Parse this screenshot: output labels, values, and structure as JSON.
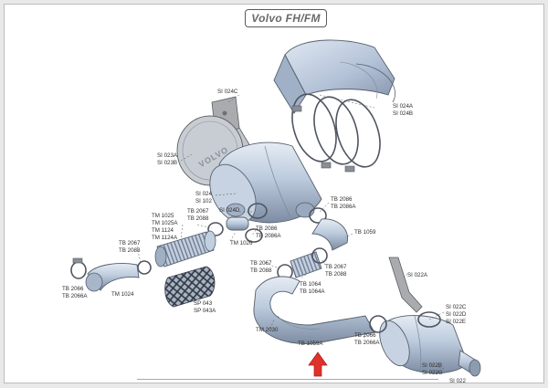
{
  "title": "Volvo FH/FM",
  "labels": {
    "si024c": "SI 024C",
    "si024a": "SI 024A",
    "si024b": "SI 024B",
    "si023a": "SI 023A",
    "si023b": "SI 023B",
    "si024": "SI 024",
    "si102": "SI 102",
    "si024d": "SI 024D",
    "tb2086_top": "TB 2086",
    "tb2086a_top": "TB 2086A",
    "tb1059": "TB 1059",
    "tb2067_a": "TB 2067",
    "tb2088_a": "TB 2088",
    "tm1025": "TM 1025",
    "tm1025a": "TM 1025A",
    "tm1124": "TM 1124",
    "tm1124a": "TM 1124A",
    "tb2086_mid": "TB 2086",
    "tb2086a_mid": "TB 2086A",
    "tm1026": "TM 1026",
    "tb2067_b": "TB 2067",
    "tb2088_b": "TB 2088",
    "tb2066_left": "TB 2066",
    "tb2066a_left": "TB 2066A",
    "tm1024": "TM 1024",
    "sp043": "SP 043",
    "sp043a": "SP 043A",
    "tb2067_c": "TB 2067",
    "tb2088_c": "TB 2088",
    "tb2067_d": "TB 2067",
    "tb2088_d": "TB 2088",
    "tb1064": "TB 1064",
    "tb1064a": "TB 1064A",
    "si022a": "SI 022A",
    "si022c": "SI 022C",
    "si022d": "SI 022D",
    "si022e": "SI 022E",
    "tm2030": "TM 2030",
    "tb1059a": "TB 1059A",
    "tb2066_right": "TB 2066",
    "tb2066a_right": "TB 2066A",
    "si022b": "SI 022B",
    "si022g": "SI 022G",
    "si022": "SI 022"
  },
  "embossed_text": "VOLVO",
  "colors": {
    "part_fill": "#b9c6d8",
    "part_stroke": "#56606c",
    "arrow": "#e0312b",
    "frame_bg": "#e9e9e9"
  }
}
